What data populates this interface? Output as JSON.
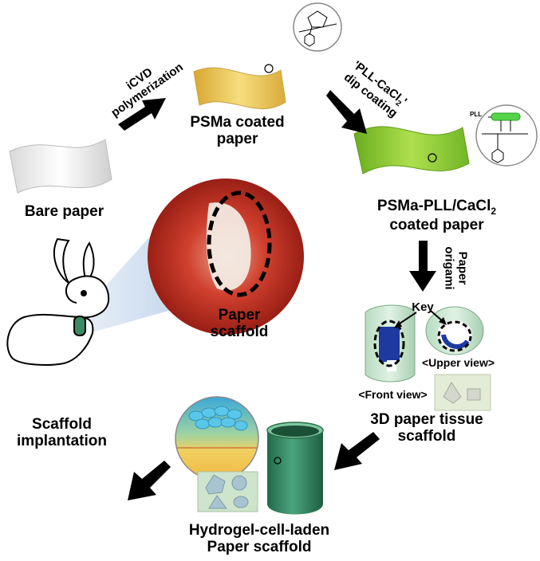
{
  "labels": {
    "bare_paper": "Bare paper",
    "icvd_line1": "iCVD",
    "icvd_line2": "polymerization",
    "psma_line1": "PSMa coated",
    "psma_line2": "paper",
    "dip_line1": "'PLL-CaCl",
    "dip_sub": "2",
    "dip_tail": "'",
    "dip_line2": "dip coating",
    "pll_line1": "PSMa-PLL/CaCl",
    "pll_sub": "2",
    "pll_line2": "coated paper",
    "origami_line1": "Paper",
    "origami_line2": "origami",
    "key": "Key",
    "upper_view": "<Upper view>",
    "front_view": "<Front view>",
    "tissue_line1": "3D paper tissue",
    "tissue_line2": "scaffold",
    "hydrogel_line1": "Hydrogel-cell-laden",
    "hydrogel_line2": "Paper scaffold",
    "implant_line1": "Scaffold",
    "implant_line2": "implantation",
    "paper_scaffold_line1": "Paper",
    "paper_scaffold_line2": "scaffold",
    "pll_tag": "PLL"
  },
  "colors": {
    "psma_yellow": "#e8c45a",
    "pll_green": "#86c832",
    "scaffold_teal": "#3c8f6a",
    "tissue_red": "#c8261e",
    "arrow": "#000000"
  }
}
